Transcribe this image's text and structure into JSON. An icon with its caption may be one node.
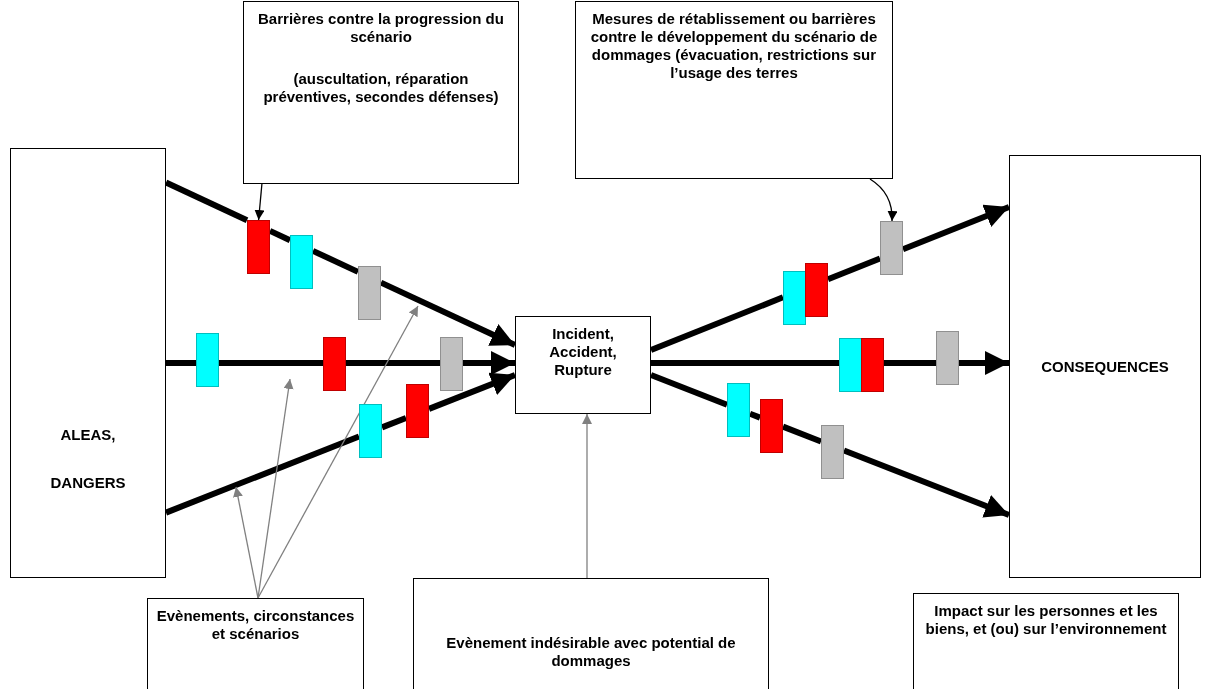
{
  "diagram": {
    "nodes": [
      {
        "text": [
          "ALEAS,",
          "DANGERS"
        ]
      },
      {
        "text": [
          "Barrières contre la progression du scénario",
          "(auscultation, réparation préventives, secondes défenses)"
        ]
      },
      {
        "text": [
          "Mesures de rétablissement ou barrières contre le développement du scénario de dommages (évacuation, restrictions sur l’usage des terres"
        ]
      },
      {
        "text": [
          "Incident, Accident, Rupture"
        ]
      },
      {
        "text": [
          "CONSEQUENCES"
        ]
      },
      {
        "text": [
          "Evènements, circonstances et scénarios"
        ]
      },
      {
        "text": [
          "Evènement indésirable avec potential de dommages"
        ]
      },
      {
        "text": [
          "Impact sur les personnes et les biens, et (ou) sur l’environnement"
        ]
      },
      {
        "text": [],
        "shape": "bar"
      },
      {
        "text": [],
        "shape": "bar"
      },
      {
        "text": [],
        "shape": "bar"
      },
      {
        "text": [],
        "shape": "bar"
      },
      {
        "text": [],
        "shape": "bar"
      },
      {
        "text": [],
        "shape": "bar"
      },
      {
        "text": [],
        "shape": "bar"
      },
      {
        "text": [],
        "shape": "bar"
      },
      {
        "text": [],
        "shape": "bar"
      },
      {
        "text": [],
        "shape": "bar"
      },
      {
        "text": [],
        "shape": "bar"
      },
      {
        "text": [],
        "shape": "bar"
      },
      {
        "text": [],
        "shape": "bar"
      },
      {
        "text": [],
        "shape": "bar"
      },
      {
        "text": [],
        "shape": "bar"
      },
      {
        "text": [],
        "shape": "bar"
      },
      {
        "text": [],
        "shape": "bar"
      }
    ],
    "edges": [
      {
        "from": 0,
        "to": 9,
        "arrow": "none"
      },
      {
        "from": 9,
        "to": 10,
        "arrow": "none"
      },
      {
        "from": 10,
        "to": 12,
        "arrow": "none"
      },
      {
        "from": 12,
        "to": 3,
        "arrow": "to"
      },
      {
        "from": 0,
        "to": 8,
        "arrow": "none"
      },
      {
        "from": 8,
        "to": 11,
        "arrow": "none"
      },
      {
        "from": 11,
        "to": 15,
        "arrow": "none"
      },
      {
        "from": 15,
        "to": 3,
        "arrow": "to"
      },
      {
        "from": 0,
        "to": 13,
        "arrow": "none"
      },
      {
        "from": 13,
        "to": 14,
        "arrow": "none"
      },
      {
        "from": 14,
        "to": 3,
        "arrow": "to"
      },
      {
        "from": 3,
        "to": 18,
        "arrow": "none"
      },
      {
        "from": 19,
        "to": 23,
        "arrow": "none"
      },
      {
        "from": 23,
        "to": 4,
        "arrow": "to"
      },
      {
        "from": 3,
        "to": 21,
        "arrow": "none"
      },
      {
        "from": 22,
        "to": 24,
        "arrow": "none"
      },
      {
        "from": 24,
        "to": 4,
        "arrow": "to"
      },
      {
        "from": 3,
        "to": 16,
        "arrow": "none"
      },
      {
        "from": 16,
        "to": 17,
        "arrow": "none"
      },
      {
        "from": 17,
        "to": 20,
        "arrow": "none"
      },
      {
        "from": 20,
        "to": 4,
        "arrow": "to"
      },
      {
        "from": 1,
        "to": 9,
        "arrow": "to"
      },
      {
        "from": 2,
        "to": 23,
        "arrow": "to"
      },
      {
        "from": 5,
        "to": null,
        "arrow": "to",
        "color": "#808080"
      },
      {
        "from": 5,
        "to": null,
        "arrow": "to",
        "color": "#808080"
      },
      {
        "from": 5,
        "to": null,
        "arrow": "to",
        "color": "#808080"
      },
      {
        "from": 6,
        "to": 3,
        "arrow": "to",
        "color": "#808080"
      }
    ]
  }
}
